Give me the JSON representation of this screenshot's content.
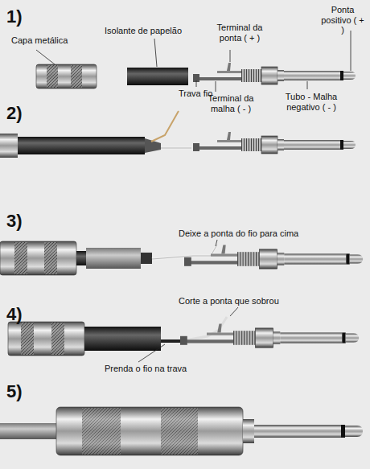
{
  "diagram": {
    "labels": [
      "1)",
      "Capa metálica",
      "Isolante de papelão",
      "Terminal da ponta ( + )",
      "Ponta positivo ( + )",
      "Trava fio",
      "Terminal da malha ( - )",
      "Tubo - Malha negativo ( - )",
      "2)",
      "3)",
      "Deixe a ponta do fio para cima",
      "4)",
      "Corte a ponta que sobrou",
      "Prenda o fio na trava",
      "5)"
    ]
  }
}
